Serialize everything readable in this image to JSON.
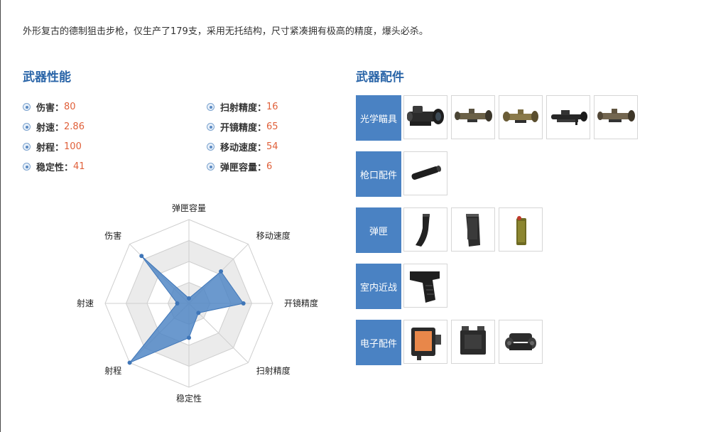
{
  "description": "外形复古的德制狙击步枪，仅生产了179支，采用无托结构，尺寸紧凑拥有极高的精度，爆头必杀。",
  "performance": {
    "title": "武器性能",
    "stats_left": [
      {
        "label": "伤害",
        "value": "80"
      },
      {
        "label": "射速",
        "value": "2.86"
      },
      {
        "label": "射程",
        "value": "100"
      },
      {
        "label": "稳定性",
        "value": "41"
      }
    ],
    "stats_right": [
      {
        "label": "扫射精度",
        "value": "16"
      },
      {
        "label": "开镜精度",
        "value": "65"
      },
      {
        "label": "移动速度",
        "value": "54"
      },
      {
        "label": "弹匣容量",
        "value": "6"
      }
    ]
  },
  "chart_data": {
    "type": "radar",
    "axes": [
      "弹匣容量",
      "移动速度",
      "开镜精度",
      "扫射精度",
      "稳定性",
      "射程",
      "射速",
      "伤害"
    ],
    "values": [
      6,
      54,
      65,
      16,
      41,
      100,
      14,
      80
    ],
    "max": 100,
    "rings": 4,
    "colors": {
      "fill": "#4a82c3",
      "stroke": "#3f76b8",
      "ring_light": "#ffffff",
      "ring_dark": "#ebebeb",
      "grid": "#cfcfcf"
    }
  },
  "accessories": {
    "title": "武器配件",
    "categories": [
      {
        "name": "光学瞄具",
        "items": [
          "scope-icon-1",
          "scope-icon-2",
          "scope-icon-3",
          "scope-icon-4",
          "scope-icon-5"
        ]
      },
      {
        "name": "枪口配件",
        "items": [
          "silencer-icon"
        ]
      },
      {
        "name": "弹匣",
        "items": [
          "curved-magazine-icon",
          "box-magazine-icon",
          "grenade-magazine-icon"
        ]
      },
      {
        "name": "室内近战",
        "items": [
          "grip-icon"
        ]
      },
      {
        "name": "电子配件",
        "items": [
          "monitor-device-icon",
          "battery-pack-icon",
          "night-vision-icon"
        ]
      }
    ]
  }
}
